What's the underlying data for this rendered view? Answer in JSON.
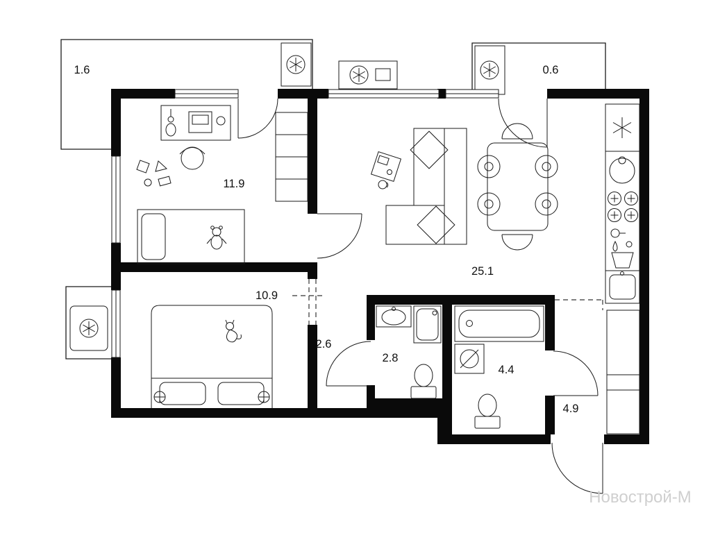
{
  "watermark": "Новострой-М",
  "colors": {
    "wall": "#0a0a0a",
    "line": "#1a1a1a",
    "label": "#111111",
    "watermark": "#cdcdcd",
    "background": "#ffffff"
  },
  "rooms": {
    "balcony_top_left": {
      "area": "1.6"
    },
    "balcony_top_right": {
      "area": "0.6"
    },
    "kids_room": {
      "area": "11.9"
    },
    "living_kitchen": {
      "area": "25.1"
    },
    "bedroom": {
      "area": "10.9"
    },
    "hall": {
      "area": "2.6"
    },
    "bathroom_small": {
      "area": "2.8"
    },
    "bathroom_large": {
      "area": "4.4"
    },
    "entry_hall": {
      "area": "4.9"
    }
  },
  "icons": {
    "fan-icon": "✳",
    "snowflake-icon": "❄",
    "stove-burner-icon": "⊕",
    "bedside-lamp-icon": "⊕"
  }
}
